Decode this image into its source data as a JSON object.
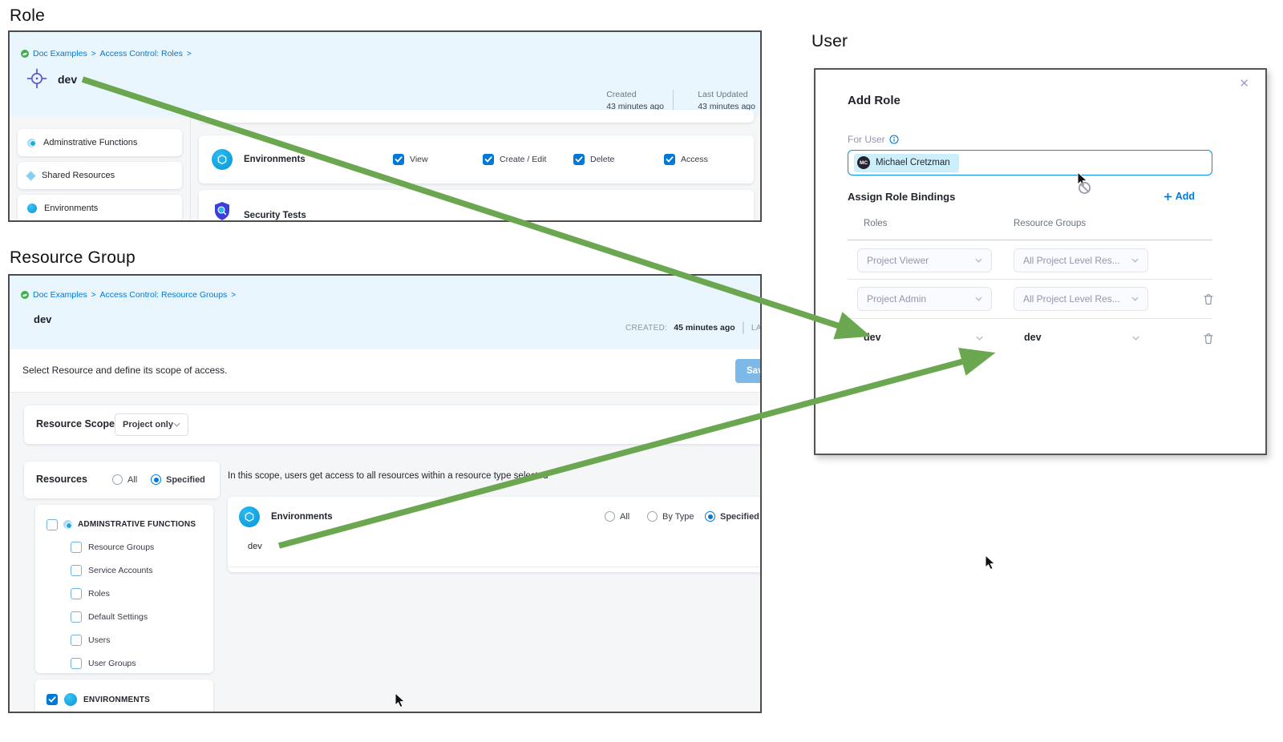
{
  "annotations": {
    "role": "Role",
    "resource_group": "Resource Group",
    "user": "User"
  },
  "arrow_color": "#6BA750",
  "accent_blue": "#0278d5",
  "role_panel": {
    "breadcrumb": {
      "items": [
        "Doc Examples",
        "Access Control: Roles"
      ],
      "separator": ">"
    },
    "title": "dev",
    "meta": {
      "created_label": "Created",
      "created_value": "43 minutes ago",
      "updated_label": "Last Updated",
      "updated_value": "43 minutes ago"
    },
    "sidebar": {
      "items": [
        {
          "label": "Adminstrative Functions",
          "icon": "admin-functions-icon"
        },
        {
          "label": "Shared Resources",
          "icon": "shared-resources-icon"
        },
        {
          "label": "Environments",
          "icon": "environments-icon"
        }
      ]
    },
    "permissions": {
      "rows": [
        {
          "label": "Environments",
          "icon": "environments-icon",
          "checkboxes": [
            {
              "label": "View",
              "checked": true
            },
            {
              "label": "Create / Edit",
              "checked": true
            },
            {
              "label": "Delete",
              "checked": true
            },
            {
              "label": "Access",
              "checked": true
            }
          ]
        },
        {
          "label": "Security Tests",
          "icon": "security-tests-icon"
        }
      ]
    }
  },
  "resource_group_panel": {
    "breadcrumb": {
      "items": [
        "Doc Examples",
        "Access Control: Resource Groups"
      ],
      "separator": ">"
    },
    "title": "dev",
    "meta": {
      "created_label": "CREATED:",
      "created_value": "45 minutes ago",
      "divider": "|",
      "updated_label": "LAST UPD"
    },
    "instruction": "Select Resource and define its scope of access.",
    "save_button": "Sav",
    "resource_scope": {
      "label": "Resource Scope",
      "value": "Project only"
    },
    "resources": {
      "label": "Resources",
      "radios": [
        {
          "label": "All",
          "selected": false
        },
        {
          "label": "Specified",
          "selected": true
        }
      ]
    },
    "tree": {
      "admin": {
        "label": "ADMINSTRATIVE FUNCTIONS",
        "checked": false,
        "icon": "admin-functions-icon",
        "children": [
          {
            "label": "Resource Groups",
            "checked": false
          },
          {
            "label": "Service Accounts",
            "checked": false
          },
          {
            "label": "Roles",
            "checked": false
          },
          {
            "label": "Default Settings",
            "checked": false
          },
          {
            "label": "Users",
            "checked": false
          },
          {
            "label": "User Groups",
            "checked": false
          }
        ]
      },
      "environments": {
        "label": "ENVIRONMENTS",
        "checked": true,
        "icon": "environments-icon"
      }
    },
    "scope_hint": "In this scope, users get access to all resources within a resource type selected",
    "environments_row": {
      "label": "Environments",
      "icon": "environments-icon",
      "radios": [
        {
          "label": "All",
          "selected": false
        },
        {
          "label": "By Type",
          "selected": false
        },
        {
          "label": "Specified",
          "selected": true
        }
      ],
      "item": "dev"
    }
  },
  "user_modal": {
    "title": "Add Role",
    "for_user_label": "For User",
    "user_chip": {
      "initials": "MC",
      "name": "Michael Cretzman"
    },
    "bindings_label": "Assign Role Bindings",
    "add_button": "Add",
    "columns": {
      "roles": "Roles",
      "resource_groups": "Resource Groups"
    },
    "rows": [
      {
        "role": "Project Viewer",
        "resource_group": "All Project Level Res...",
        "deletable": false
      },
      {
        "role": "Project Admin",
        "resource_group": "All Project Level Res...",
        "deletable": true
      },
      {
        "role": "dev",
        "resource_group": "dev",
        "deletable": true
      }
    ]
  }
}
